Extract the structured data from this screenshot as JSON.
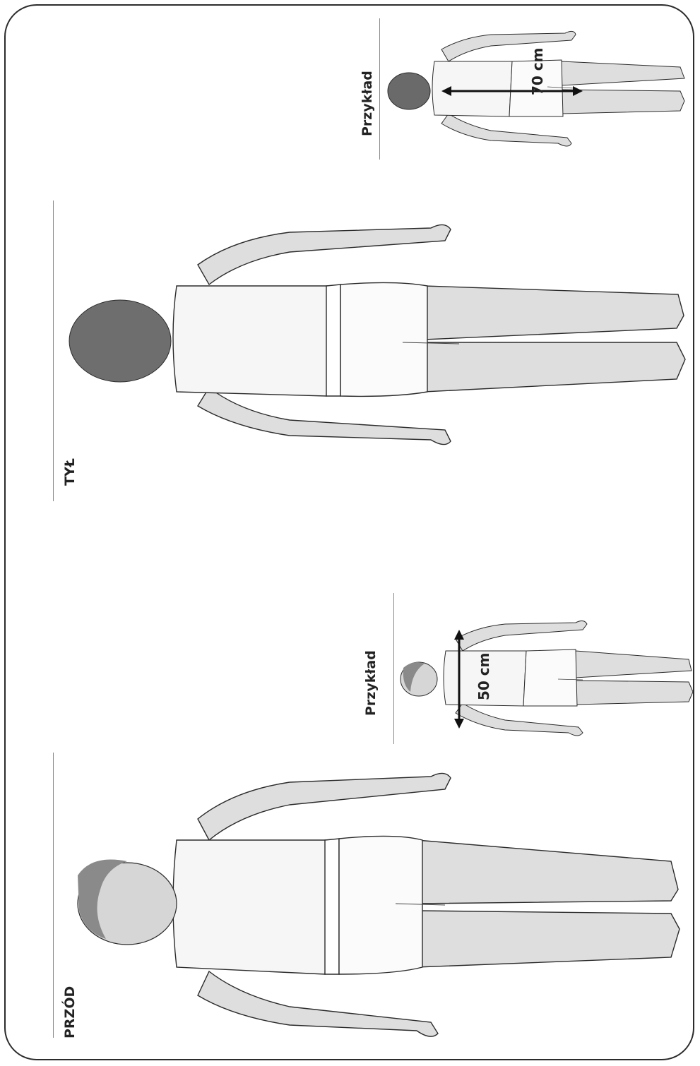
{
  "labels": {
    "front": "PRZÓD",
    "back": "TYŁ",
    "example_front": "Przykład",
    "example_back": "Przykład"
  },
  "measurements": {
    "front_example": "50 cm",
    "back_example": "70 cm"
  },
  "colors": {
    "outline": "#2b2b2b",
    "skin": "#dcdcdc",
    "hair": "#6a6a6a",
    "clothing": "#f4f4f4",
    "arrow": "#111111"
  }
}
